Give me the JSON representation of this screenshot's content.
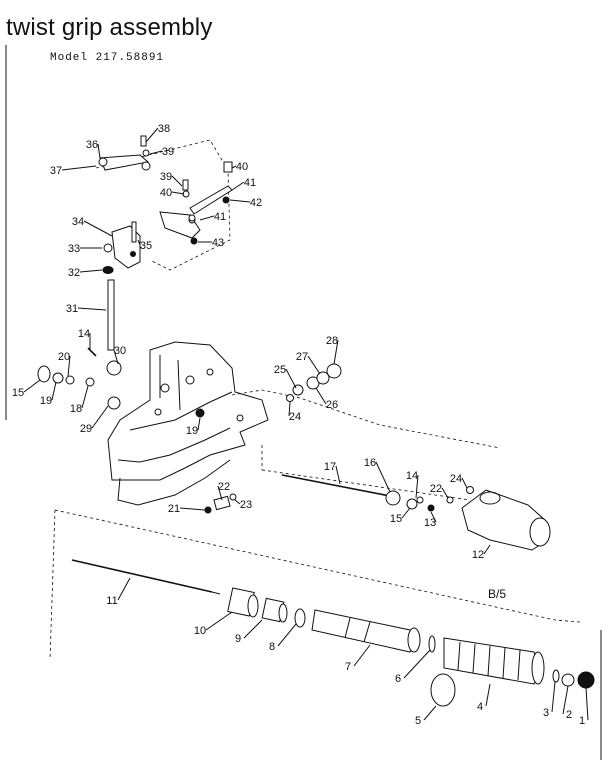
{
  "title": "twist grip assembly",
  "model": "Model 217.58891",
  "ref_code": "B/5",
  "colors": {
    "ink": "#111111",
    "paper": "#ffffff"
  },
  "callouts": [
    "1",
    "2",
    "3",
    "4",
    "5",
    "6",
    "7",
    "8",
    "9",
    "10",
    "11",
    "12",
    "13",
    "14",
    "14",
    "15",
    "15",
    "16",
    "17",
    "18",
    "19",
    "19",
    "20",
    "21",
    "22",
    "22",
    "23",
    "24",
    "24",
    "25",
    "26",
    "27",
    "28",
    "29",
    "30",
    "31",
    "32",
    "33",
    "34",
    "35",
    "36",
    "37",
    "38",
    "39",
    "39",
    "40",
    "40",
    "41",
    "41",
    "42",
    "43",
    "43"
  ]
}
